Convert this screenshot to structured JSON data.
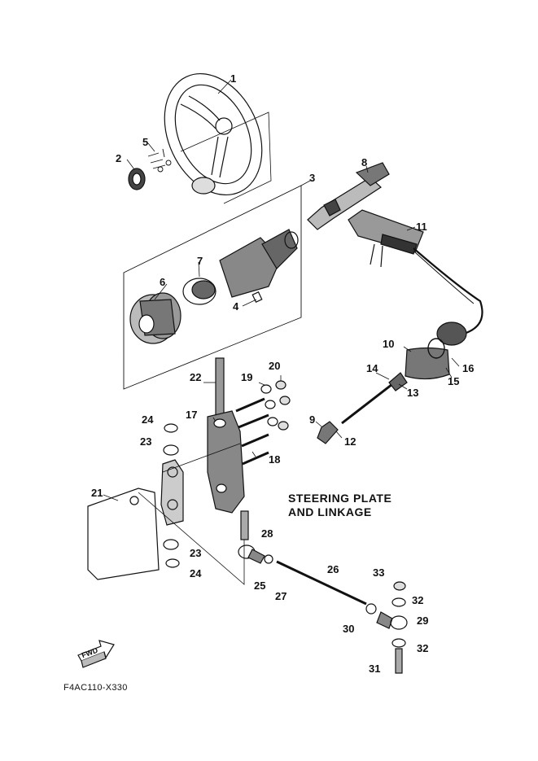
{
  "diagram": {
    "title_line1": "STEERING PLATE",
    "title_line2": "AND LINKAGE",
    "drawing_code": "F4AC110-X330",
    "fwd_label": "FWD",
    "callouts": {
      "p1": "1",
      "p2": "2",
      "p3": "3",
      "p4": "4",
      "p5": "5",
      "p6": "6",
      "p7": "7",
      "p8": "8",
      "p9": "9",
      "p10": "10",
      "p11": "11",
      "p12": "12",
      "p13": "13",
      "p14": "14",
      "p15": "15",
      "p16": "16",
      "p17": "17",
      "p18": "18",
      "p19": "19",
      "p20": "20",
      "p21": "21",
      "p22": "22",
      "p23a": "23",
      "p23b": "23",
      "p24a": "24",
      "p24b": "24",
      "p25": "25",
      "p26": "26",
      "p27": "27",
      "p28": "28",
      "p29": "29",
      "p30": "30",
      "p31": "31",
      "p32a": "32",
      "p32b": "32",
      "p33": "33"
    }
  }
}
